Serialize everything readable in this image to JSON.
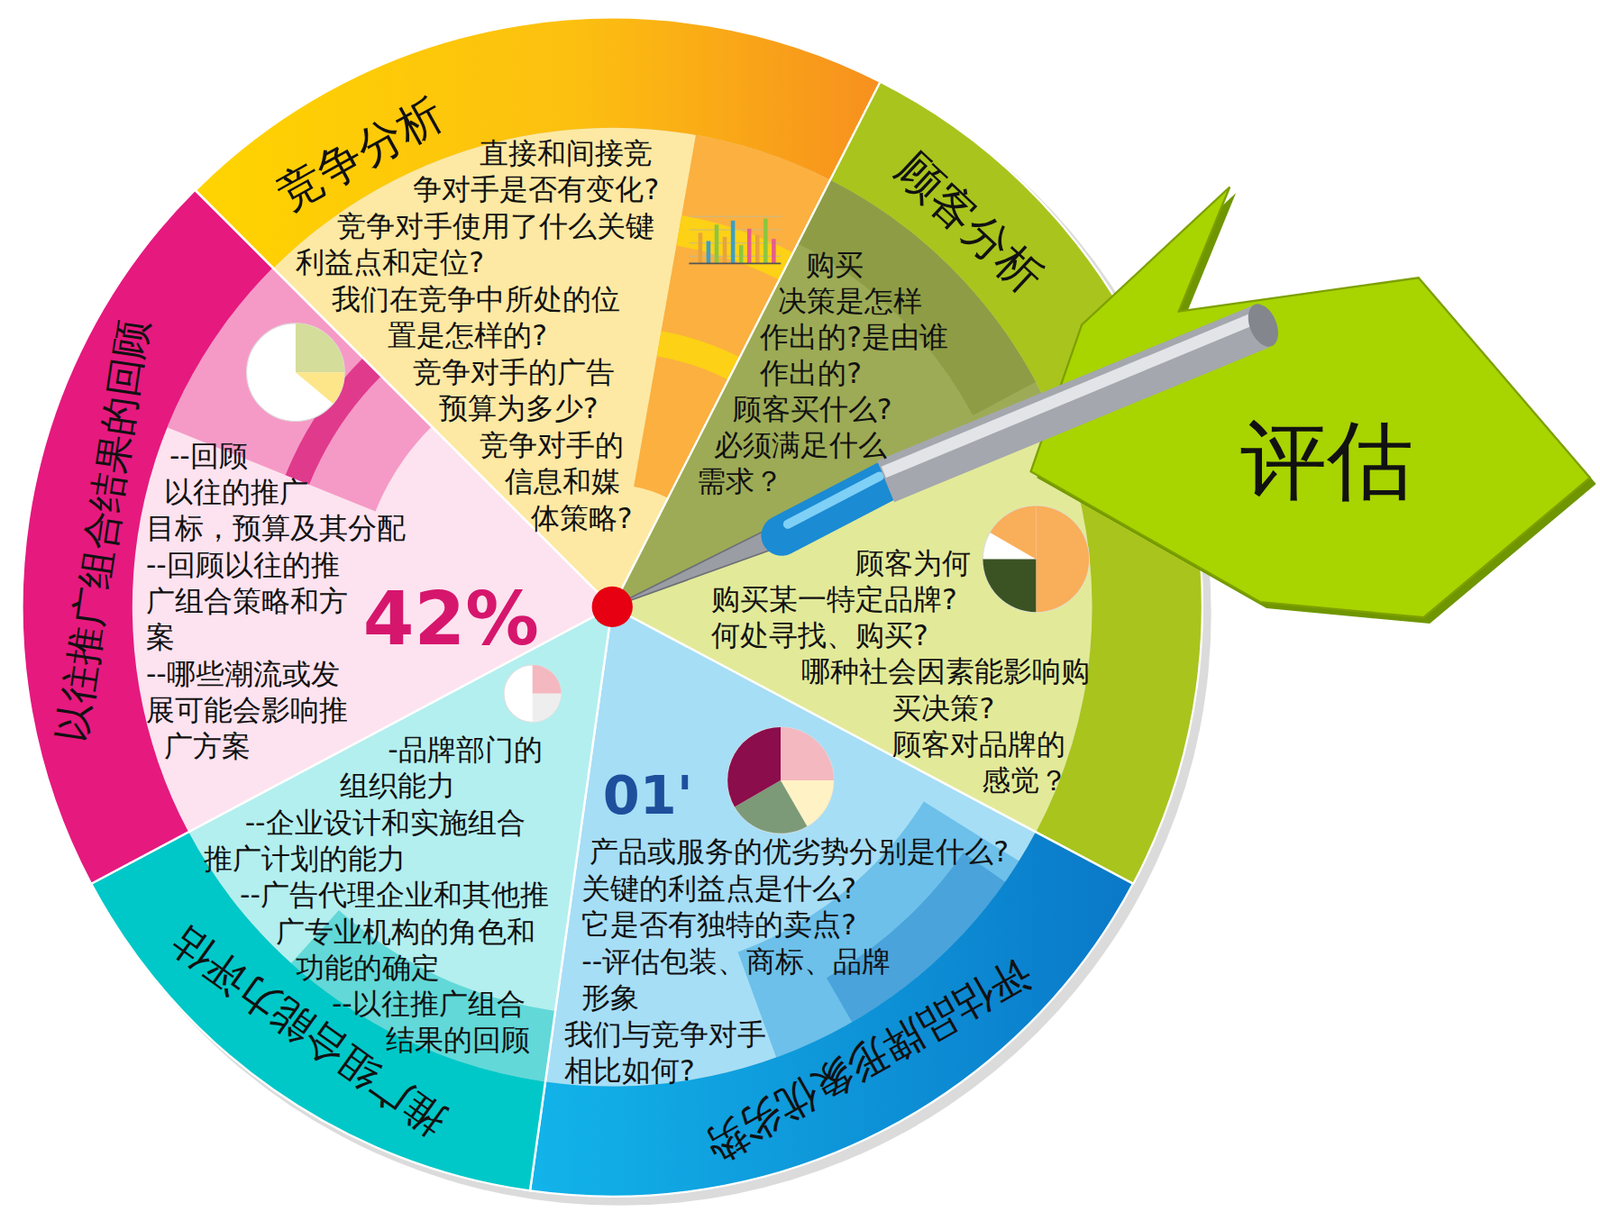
{
  "diagram": {
    "nodes": [
      {
        "text": [
          "竞争分析",
          "直接和间接竞 争对手是否有变化? 竞争对手使用了什么关键 利益点和定位? 我们在竞争中所处的位 置是怎样的? 竞争对手的广告 预算为多少? 竞争对手的 信息和媒 体策略?"
        ]
      },
      {
        "text": [
          "顾客分析",
          "购买 决策是怎样 作出的?是由谁 作出的? 顾客买什么? 必须满足什么 需求？",
          "顾客为何 购买某一特定品牌? 何处寻找、购买? 哪种社会因素能影响购 买决策? 顾客对品牌的 感觉？"
        ]
      },
      {
        "text": [
          "评估品牌形象优劣势",
          "产品或服务的优劣势分别是什么? 关键的利益点是什么? 它是否有独特的卖点? --评估包装、商标、品牌 形象 我们与竞争对手 相比如何?"
        ]
      },
      {
        "text": [
          "推广组合能力评估",
          "-品牌部门的 组织能力 --企业设计和实施组合 推广计划的能力 --广告代理企业和其他推 广专业机构的角色和 功能的确定 --以往推广组合 结果的回顾"
        ]
      },
      {
        "text": [
          "以往推广组合结果的回顾",
          "--回顾 以往的推广 目标，预算及其分配 --回顾以往的推 广组合策略和方 案 --哪些潮流或发 展可能会影响推 广方案"
        ]
      },
      {
        "text": [
          "评估"
        ]
      }
    ],
    "labels": [
      "42%",
      "01'"
    ]
  }
}
